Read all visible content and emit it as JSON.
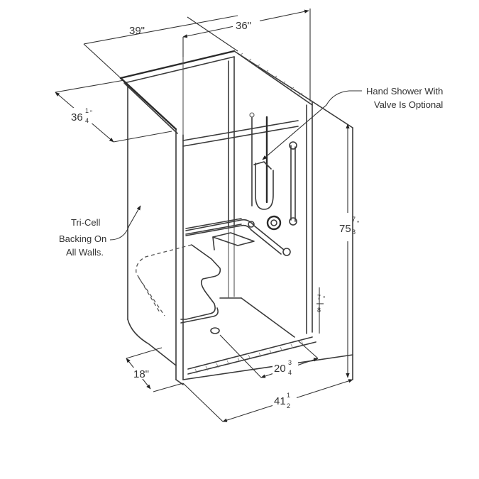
{
  "diagram": {
    "subject": "Accessible one-piece shower stall with transfer seat",
    "dimensions": {
      "top_width": "39\"",
      "back_width": "36\"",
      "depth_whole": "36",
      "depth_frac_num": "1",
      "depth_frac_den": "4",
      "depth_unit": "\"",
      "height_whole": "75",
      "height_frac_num": "7",
      "height_frac_den": "8",
      "height_unit": "\"",
      "threshold_num": "7",
      "threshold_den": "8",
      "threshold_unit": "\"",
      "seat_depth": "18\"",
      "drain_offset_whole": "20",
      "drain_offset_frac_num": "3",
      "drain_offset_frac_den": "4",
      "drain_offset_unit": "\"",
      "base_width_whole": "41",
      "base_width_frac_num": "1",
      "base_width_frac_den": "2",
      "base_width_unit": "\""
    },
    "annotations": {
      "hand_shower_line1": "Hand Shower With",
      "hand_shower_line2": "Valve Is Optional",
      "backing_line1": "Tri-Cell",
      "backing_line2": "Backing On",
      "backing_line3": "All Walls."
    },
    "colors": {
      "line": "#3a3a3a",
      "background": "#ffffff"
    }
  }
}
